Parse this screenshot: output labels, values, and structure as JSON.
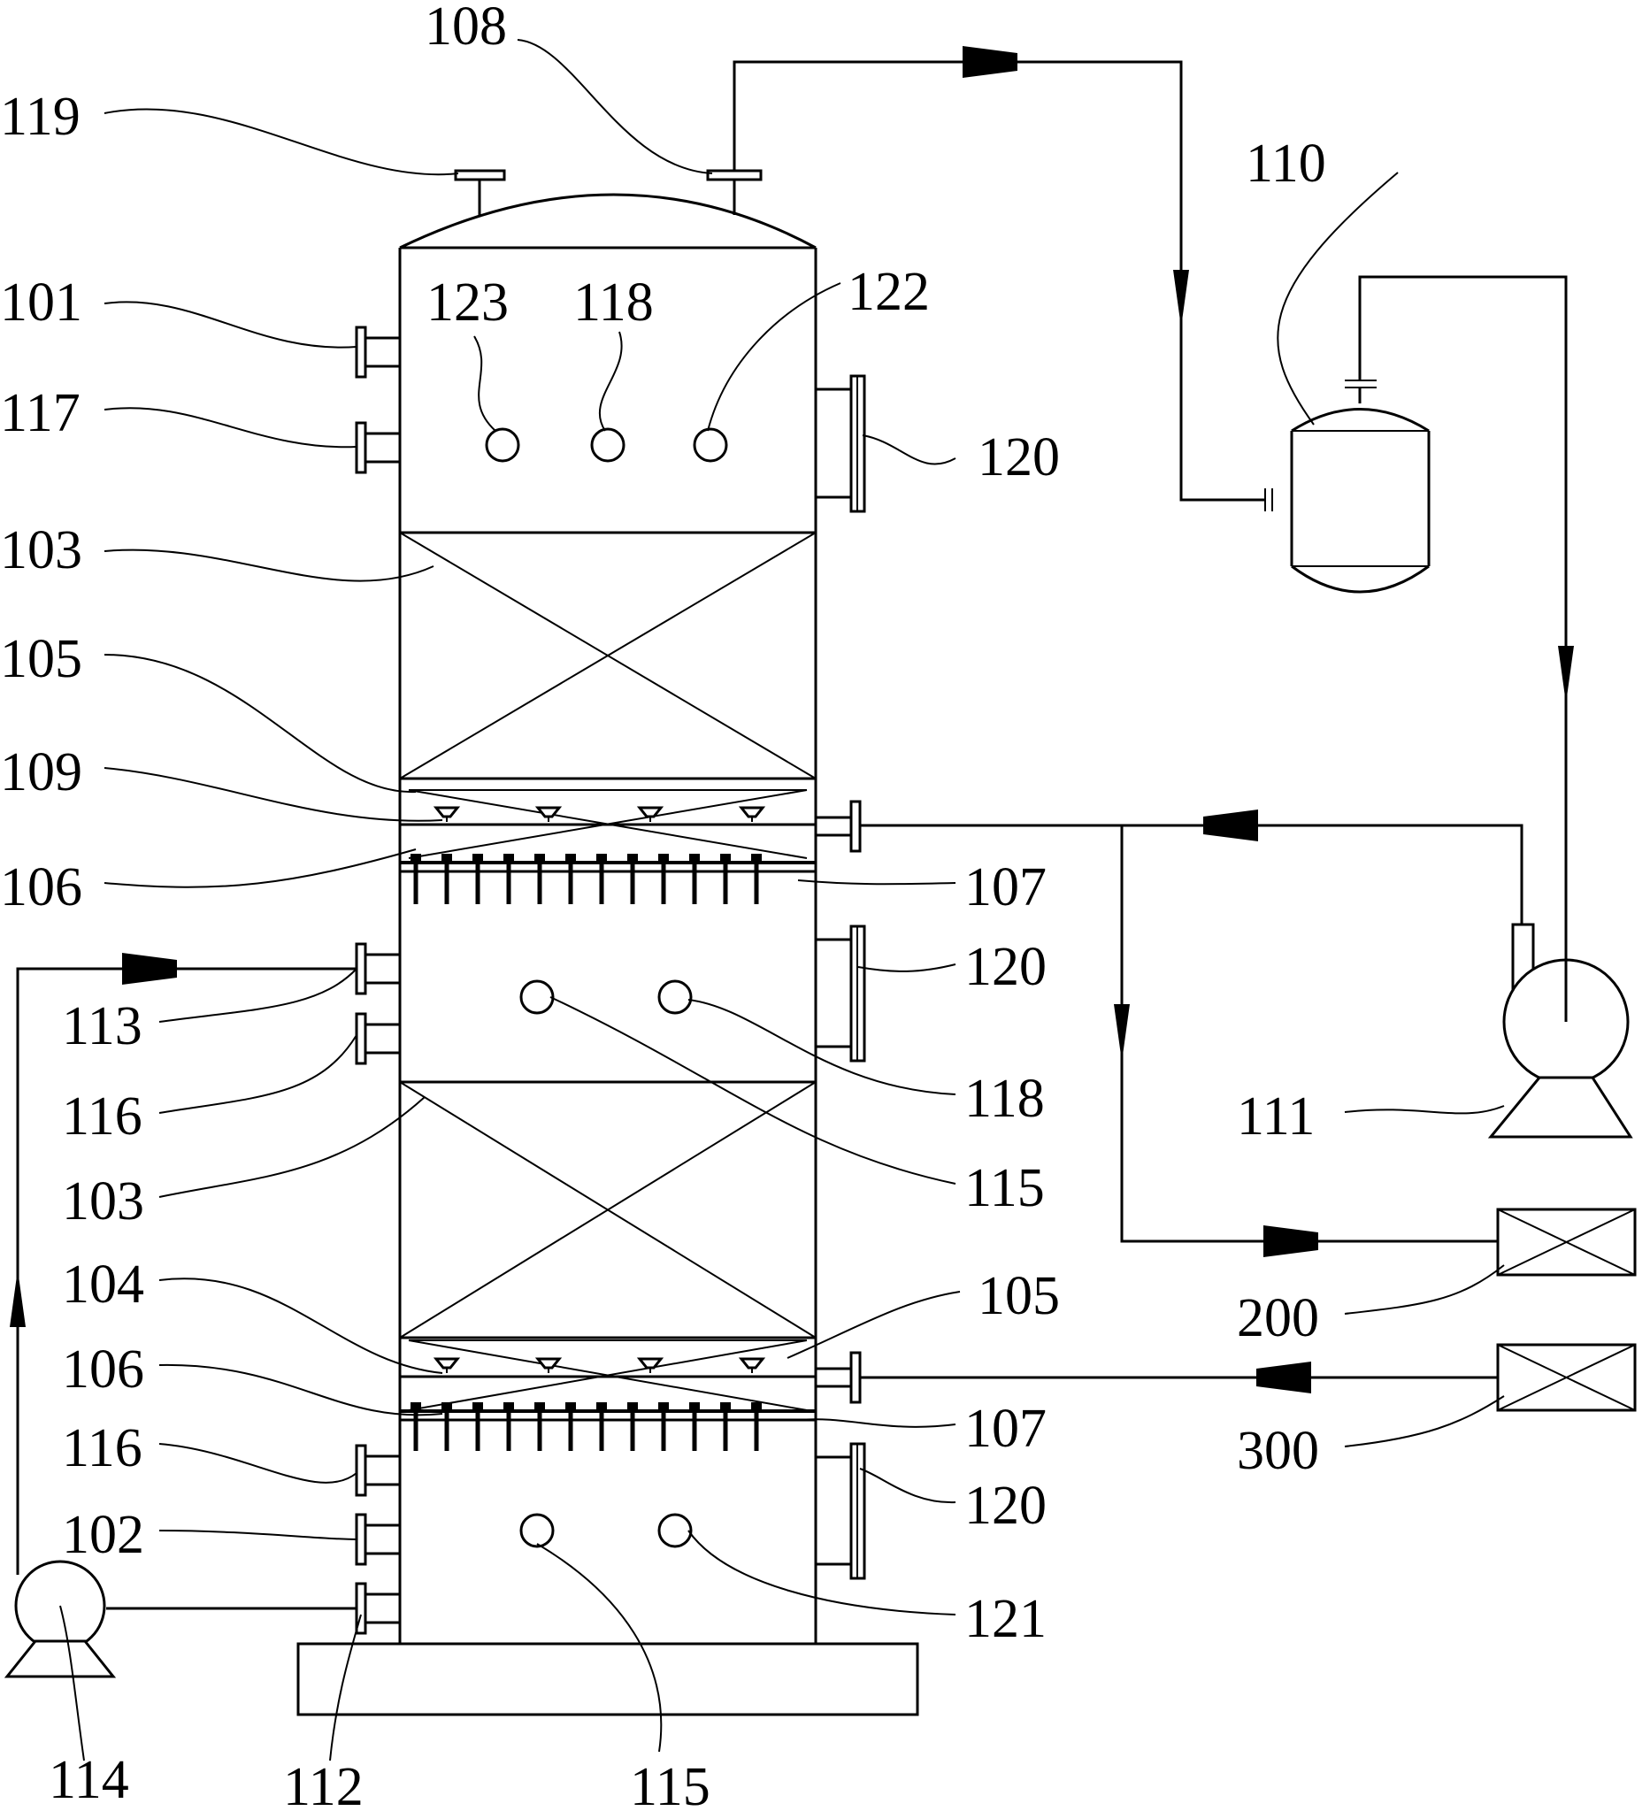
{
  "labels": {
    "l101": "101",
    "l102": "102",
    "l103a": "103",
    "l103b": "103",
    "l104": "104",
    "l105a": "105",
    "l105b": "105",
    "l106a": "106",
    "l106b": "106",
    "l107a": "107",
    "l107b": "107",
    "l108": "108",
    "l109": "109",
    "l110": "110",
    "l111": "111",
    "l112": "112",
    "l113": "113",
    "l114": "114",
    "l115a": "115",
    "l115b": "115",
    "l116a": "116",
    "l116b": "116",
    "l117": "117",
    "l118a": "118",
    "l118b": "118",
    "l119": "119",
    "l120a": "120",
    "l120b": "120",
    "l120c": "120",
    "l121": "121",
    "l122": "122",
    "l123": "123",
    "l200": "200",
    "l300": "300"
  }
}
